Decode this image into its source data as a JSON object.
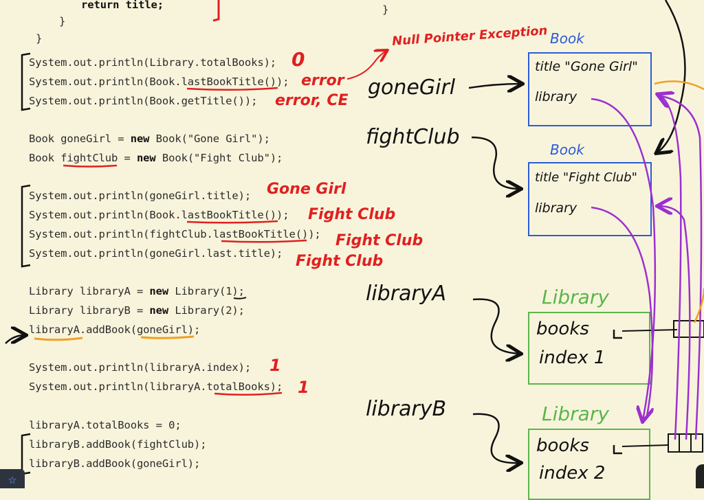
{
  "code": {
    "line_return": "return title;",
    "brace_inner": "}",
    "brace_outer": "}",
    "brace_right": "}",
    "l1": "System.out.println(Library.totalBooks);",
    "l2": "System.out.println(Book.lastBookTitle());",
    "l3": "System.out.println(Book.getTitle());",
    "l4_a": "Book goneGirl = ",
    "l4_kw": "new",
    "l4_b": " Book(\"Gone Girl\");",
    "l5_a": "Book fightClub = ",
    "l5_kw": "new",
    "l5_b": " Book(\"Fight Club\");",
    "l6": "System.out.println(goneGirl.title);",
    "l7": "System.out.println(Book.lastBookTitle());",
    "l8": "System.out.println(fightClub.lastBookTitle());",
    "l9": "System.out.println(goneGirl.last.title);",
    "l10_a": "Library libraryA = ",
    "l10_kw": "new",
    "l10_b": " Library(1);",
    "l11_a": "Library libraryB = ",
    "l11_kw": "new",
    "l11_b": " Library(2);",
    "l12": "libraryA.addBook(goneGirl);",
    "l13": "System.out.println(libraryA.index);",
    "l14": "System.out.println(libraryA.totalBooks);",
    "l15": "libraryA.totalBooks = 0;",
    "l16": "libraryB.addBook(fightClub);",
    "l17": "libraryB.addBook(goneGirl);"
  },
  "annotations": {
    "a_zero": "0",
    "a_error1": "error",
    "a_npe": "Null Pointer Exception",
    "a_error2": "error, CE",
    "a_gone": "Gone Girl",
    "a_fight1": "Fight Club",
    "a_fight2": "Fight Club",
    "a_fight3": "Fight Club",
    "a_one1": "1",
    "a_one2": "1"
  },
  "diagram": {
    "var_gonegirl": "goneGirl",
    "var_fightclub": "fightClub",
    "var_libA": "libraryA",
    "var_libB": "libraryB",
    "book_label_1": "Book",
    "book_label_2": "Book",
    "lib_label_1": "Library",
    "lib_label_2": "Library",
    "book1_title": "title \"Gone Girl\"",
    "book1_library": "library",
    "book2_title": "title \"Fight Club\"",
    "book2_library": "library",
    "libA_books": "books",
    "libA_index": "index 1",
    "libB_books": "books",
    "libB_index": "index 2"
  },
  "colors": {
    "annotation_red": "#e02020",
    "book_blue": "#2a5bd7",
    "library_green": "#5ab54a",
    "arrow_purple": "#9b2fd0",
    "arrow_orange": "#f0a020"
  },
  "icons": {
    "star": "star-icon"
  }
}
